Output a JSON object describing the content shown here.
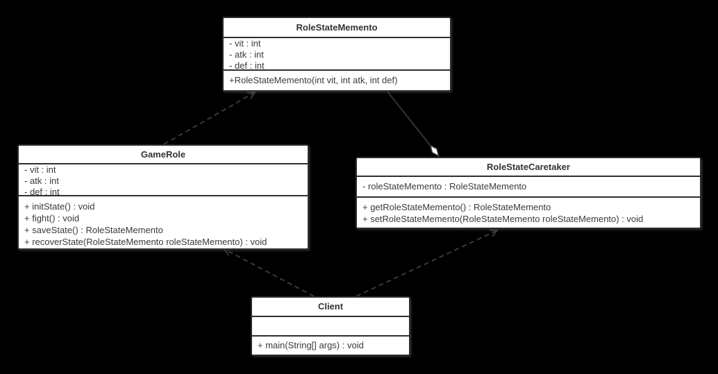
{
  "diagram": {
    "type": "uml-class-diagram",
    "pattern": "Memento",
    "colors": {
      "background": "#000000",
      "box_fill": "#ffffff",
      "box_border": "#2e2e2e",
      "text": "#3a3a3a",
      "connector": "#3a3a3a"
    }
  },
  "classes": [
    {
      "title": "RoleStateMemento",
      "attributes": [
        "- vit : int",
        "- atk : int",
        "- def : int"
      ],
      "methods": [
        "+RoleStateMemento(int vit, int atk, int def)"
      ]
    },
    {
      "title": "GameRole",
      "attributes": [
        "- vit : int",
        "- atk : int",
        "- def : int"
      ],
      "methods": [
        "+ initState() : void",
        "+ fight() : void",
        "+ saveState() : RoleStateMemento",
        "+ recoverState(RoleStateMemento roleStateMemento) : void"
      ]
    },
    {
      "title": "RoleStateCaretaker",
      "attributes": [
        "- roleStateMemento : RoleStateMemento"
      ],
      "methods": [
        "+ getRoleStateMemento() : RoleStateMemento",
        "+ setRoleStateMemento(RoleStateMemento roleStateMemento) : void"
      ]
    },
    {
      "title": "Client",
      "attributes": [],
      "methods": [
        "+ main(String[] args) : void"
      ]
    }
  ],
  "relationships": [
    {
      "type": "dependency",
      "from": "GameRole",
      "to": "RoleStateMemento",
      "line": "dashed",
      "end": "open-arrow"
    },
    {
      "type": "aggregation",
      "from": "RoleStateMemento",
      "to": "RoleStateCaretaker",
      "line": "solid",
      "end": "hollow-diamond"
    },
    {
      "type": "dependency",
      "from": "Client",
      "to": "GameRole",
      "line": "dashed",
      "end": "open-arrow"
    },
    {
      "type": "dependency",
      "from": "Client",
      "to": "RoleStateCaretaker",
      "line": "dashed",
      "end": "open-arrow"
    }
  ]
}
